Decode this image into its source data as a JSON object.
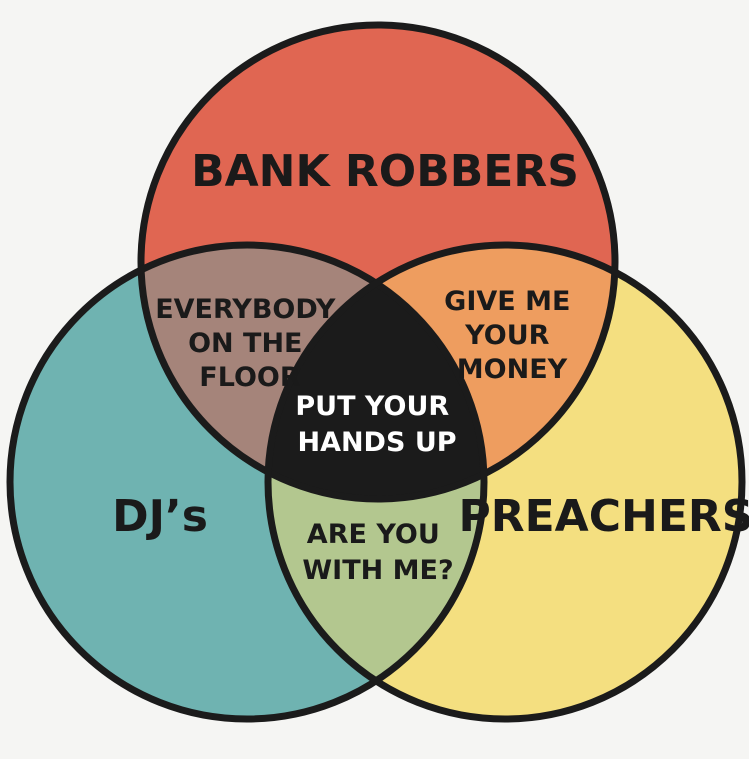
{
  "diagram": {
    "type": "venn-3",
    "colors": {
      "background": "#f5f5f3",
      "outline": "#1b1b1b",
      "bank_robbers": "#e06652",
      "djs": "#6fb3b1",
      "preachers": "#f4df80",
      "robbers_djs": "#a5847a",
      "robbers_preachers": "#ee9d5f",
      "djs_preachers": "#b3c78f",
      "center": "#1b1b1b"
    },
    "sets": {
      "bank_robbers": "BANK ROBBERS",
      "djs": "DJ’s",
      "preachers": "PREACHERS"
    },
    "intersections": {
      "robbers_djs": [
        "EVERYBODY",
        "ON THE",
        "FLOOR"
      ],
      "robbers_preachers": [
        "GIVE ME",
        "YOUR",
        "MONEY"
      ],
      "djs_preachers": [
        "ARE YOU",
        "WITH ME?"
      ],
      "all_three": [
        "PUT YOUR",
        "HANDS UP"
      ]
    }
  }
}
